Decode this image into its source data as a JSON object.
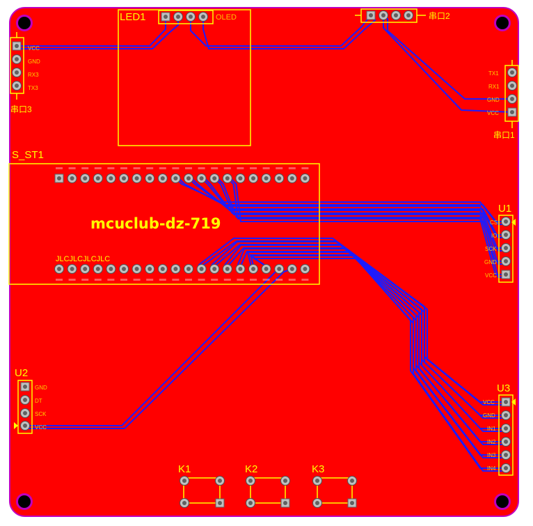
{
  "colors": {
    "board": "#ff0000",
    "silk": "#ffff00",
    "trace": "#1c1cff",
    "outline": "#c000c0",
    "background": "#ffffff"
  },
  "board_name": "mcuclub-dz-719",
  "headers": {
    "s_st1": {
      "ref": "S_ST1",
      "sub_text": "JLCJLCJLCJLC"
    },
    "led1": {
      "ref": "LED1",
      "title": "OLED"
    },
    "chuankou2": {
      "ref": "串口2"
    },
    "chuankou3": {
      "ref": "串口3",
      "pins": [
        "VCC",
        "GND",
        "RX3",
        "TX3"
      ]
    },
    "chuankou1": {
      "ref": "串口1",
      "pins": [
        "TX1",
        "RX1",
        "GND",
        "VCC"
      ]
    },
    "u1": {
      "ref": "U1",
      "pins": [
        "CS",
        "IO",
        "SCK",
        "GND",
        "VCC"
      ]
    },
    "u2": {
      "ref": "U2",
      "pins": [
        "GND",
        "DT",
        "SCK",
        "VCC"
      ]
    },
    "u3": {
      "ref": "U3",
      "pins": [
        "VCC",
        "GND",
        "IN1",
        "IN2",
        "IN3",
        "IN4"
      ]
    }
  },
  "keys": [
    {
      "ref": "K1"
    },
    {
      "ref": "K2"
    },
    {
      "ref": "K3"
    }
  ]
}
